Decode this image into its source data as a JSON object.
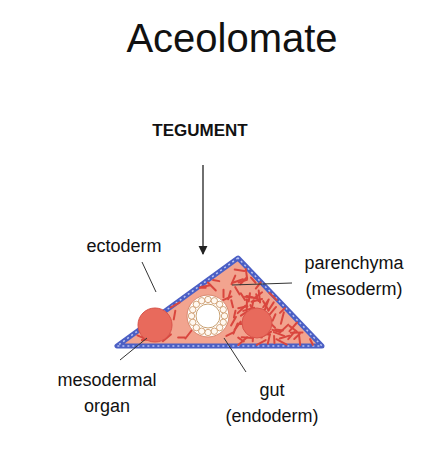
{
  "diagram": {
    "title": "Aceolomate",
    "labels": [
      "TEGUMENT",
      "ectoderm",
      "parenchyma (mesoderm)",
      "mesodermal organ",
      "gut (endoderm)"
    ]
  }
}
